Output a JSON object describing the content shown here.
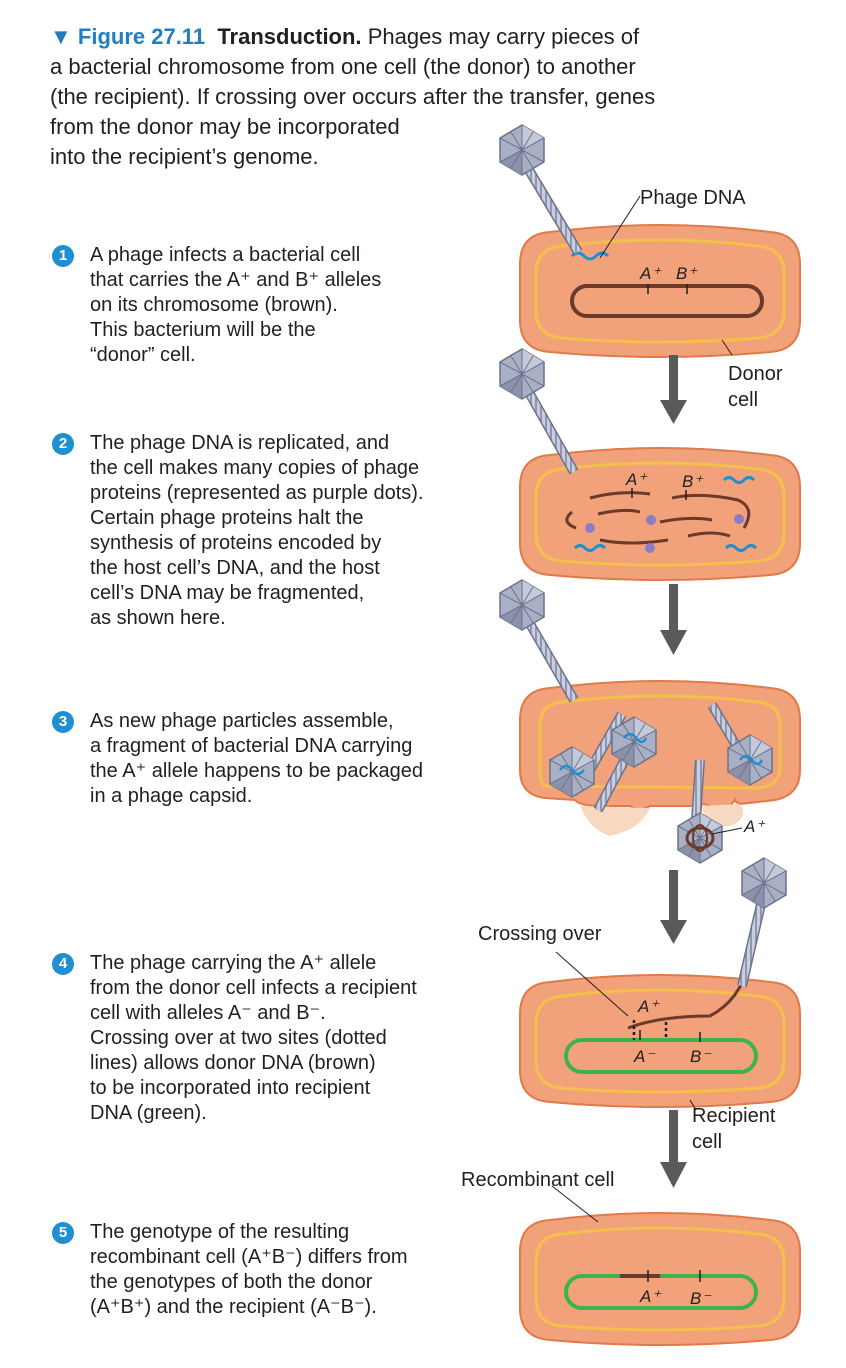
{
  "caption": {
    "figure_label": "▼ Figure 27.11",
    "title": "Transduction.",
    "line1_rest": "Phages may carry pieces of",
    "lines": [
      "a bacterial chromosome from one cell (the donor) to another",
      "(the recipient). If crossing over occurs after the transfer, genes",
      "from the donor may be incorporated",
      "into the recipient’s genome."
    ]
  },
  "steps": [
    {
      "num": "1",
      "lines": [
        "A phage infects a bacterial cell",
        "that carries the A⁺ and B⁺ alleles",
        "on its chromosome (brown).",
        "This bacterium will be the",
        "“donor” cell."
      ]
    },
    {
      "num": "2",
      "lines": [
        "The phage DNA is replicated, and",
        "the cell makes many copies of phage",
        "proteins (represented as purple dots).",
        "Certain phage proteins halt the",
        "synthesis of proteins encoded by",
        "the host cell’s DNA, and the host",
        "cell’s DNA may be fragmented,",
        "as shown here."
      ]
    },
    {
      "num": "3",
      "lines": [
        "As new phage particles assemble,",
        "a fragment of bacterial DNA carrying",
        "the A⁺ allele happens to be packaged",
        "in a phage capsid."
      ]
    },
    {
      "num": "4",
      "lines": [
        "The phage carrying the A⁺ allele",
        "from the donor cell infects a recipient",
        "cell with alleles A⁻ and B⁻.",
        "Crossing over at two sites (dotted",
        "lines) allows donor DNA (brown)",
        "to be incorporated into recipient",
        "DNA (green)."
      ]
    },
    {
      "num": "5",
      "lines": [
        "The genotype of the resulting",
        "recombinant cell (A⁺B⁻) differs from",
        "the genotypes of both the donor",
        "(A⁺B⁺) and the recipient (A⁻B⁻)."
      ]
    }
  ],
  "labels": {
    "phage_dna": "Phage DNA",
    "donor_cell_1": "Donor",
    "donor_cell_2": "cell",
    "crossing_over": "Crossing over",
    "recipient_cell_1": "Recipient",
    "recipient_cell_2": "cell",
    "recombinant_cell": "Recombinant cell"
  },
  "alleles": {
    "a_plus": "A⁺",
    "b_plus": "B⁺",
    "a_minus": "A⁻",
    "b_minus": "B⁻"
  },
  "colors": {
    "accent_blue": "#1f7fc1",
    "cell_fill": "#f2a27a",
    "cell_wall": "#e07a4a",
    "membrane": "#f3c14b",
    "donor_dna": "#6b3a2a",
    "recipient_dna": "#3cb44b",
    "phage_dna": "#1f8fd1",
    "protein_dots": "#8e7cc3",
    "phage_gray": "#8f96ad",
    "arrow": "#5a5a5a"
  }
}
